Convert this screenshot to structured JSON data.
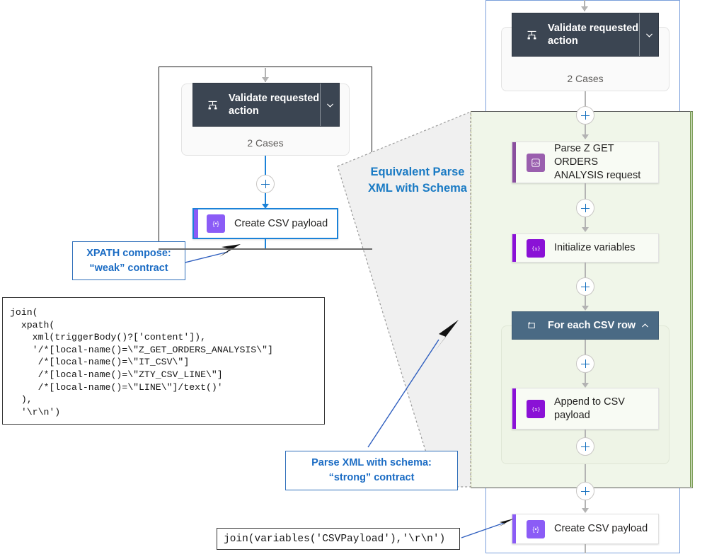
{
  "left_flow": {
    "switch": {
      "title": "Validate requested action",
      "icon": "switch-icon",
      "cases_label": "2 Cases",
      "chevron": "chevron-down-icon",
      "header_bg": "#3b4552"
    },
    "compose": {
      "title": "Create CSV payload",
      "icon": "compose-icon",
      "accent": "#8b5cf6",
      "selected_border": "#1b82d8"
    }
  },
  "right_flow": {
    "switch": {
      "title": "Validate requested action",
      "icon": "switch-icon",
      "cases_label": "2 Cases",
      "chevron": "chevron-down-icon",
      "header_bg": "#3b4552"
    },
    "steps": [
      {
        "title": "Parse Z GET ORDERS ANALYSIS request",
        "icon": "parse-json-icon",
        "accent": "#8a4f9e",
        "icon_bg": "#9a5fae"
      },
      {
        "title": "Initialize variables",
        "icon": "variables-icon",
        "accent": "#8a11d6",
        "icon_bg": "#8a11d6"
      }
    ],
    "foreach": {
      "title": "For each CSV row",
      "icon": "loop-icon",
      "chevron": "chevron-up-icon",
      "header_bg": "#4a6a84",
      "inner_step": {
        "title": "Append to CSV payload",
        "icon": "variables-icon",
        "accent": "#8a11d6",
        "icon_bg": "#8a11d6"
      }
    },
    "compose": {
      "title": "Create CSV payload",
      "icon": "compose-icon",
      "accent": "#8b5cf6"
    },
    "scope_bg": "#f0f6e9"
  },
  "code_blocks": {
    "xpath_expression": "join(\n  xpath(\n    xml(triggerBody()?['content']),\n    '/*[local-name()=\\\"Z_GET_ORDERS_ANALYSIS\\\"]\n     /*[local-name()=\\\"IT_CSV\\\"]\n     /*[local-name()=\\\"ZTY_CSV_LINE\\\"]\n     /*[local-name()=\\\"LINE\\\"]/text()'\n  ),\n  '\\r\\n')",
    "join_variables": "join(variables('CSVPayload'),'\\r\\n')"
  },
  "callouts": {
    "xpath": {
      "line1": "XPATH compose:",
      "line2": "“weak” contract"
    },
    "parse_xml": {
      "line1": "Parse XML with schema:",
      "line2": "“strong” contract"
    }
  },
  "trapezoid_label": {
    "line1": "Equivalent Parse",
    "line2": "XML with Schema"
  },
  "colors": {
    "accent_blue": "#1b7bc4",
    "callout_border": "#2f6fba",
    "panel_blue": "#7a9fdb",
    "panel_green": "#7fa05a",
    "dark_header": "#3b4552",
    "loop_header": "#4a6a84"
  }
}
